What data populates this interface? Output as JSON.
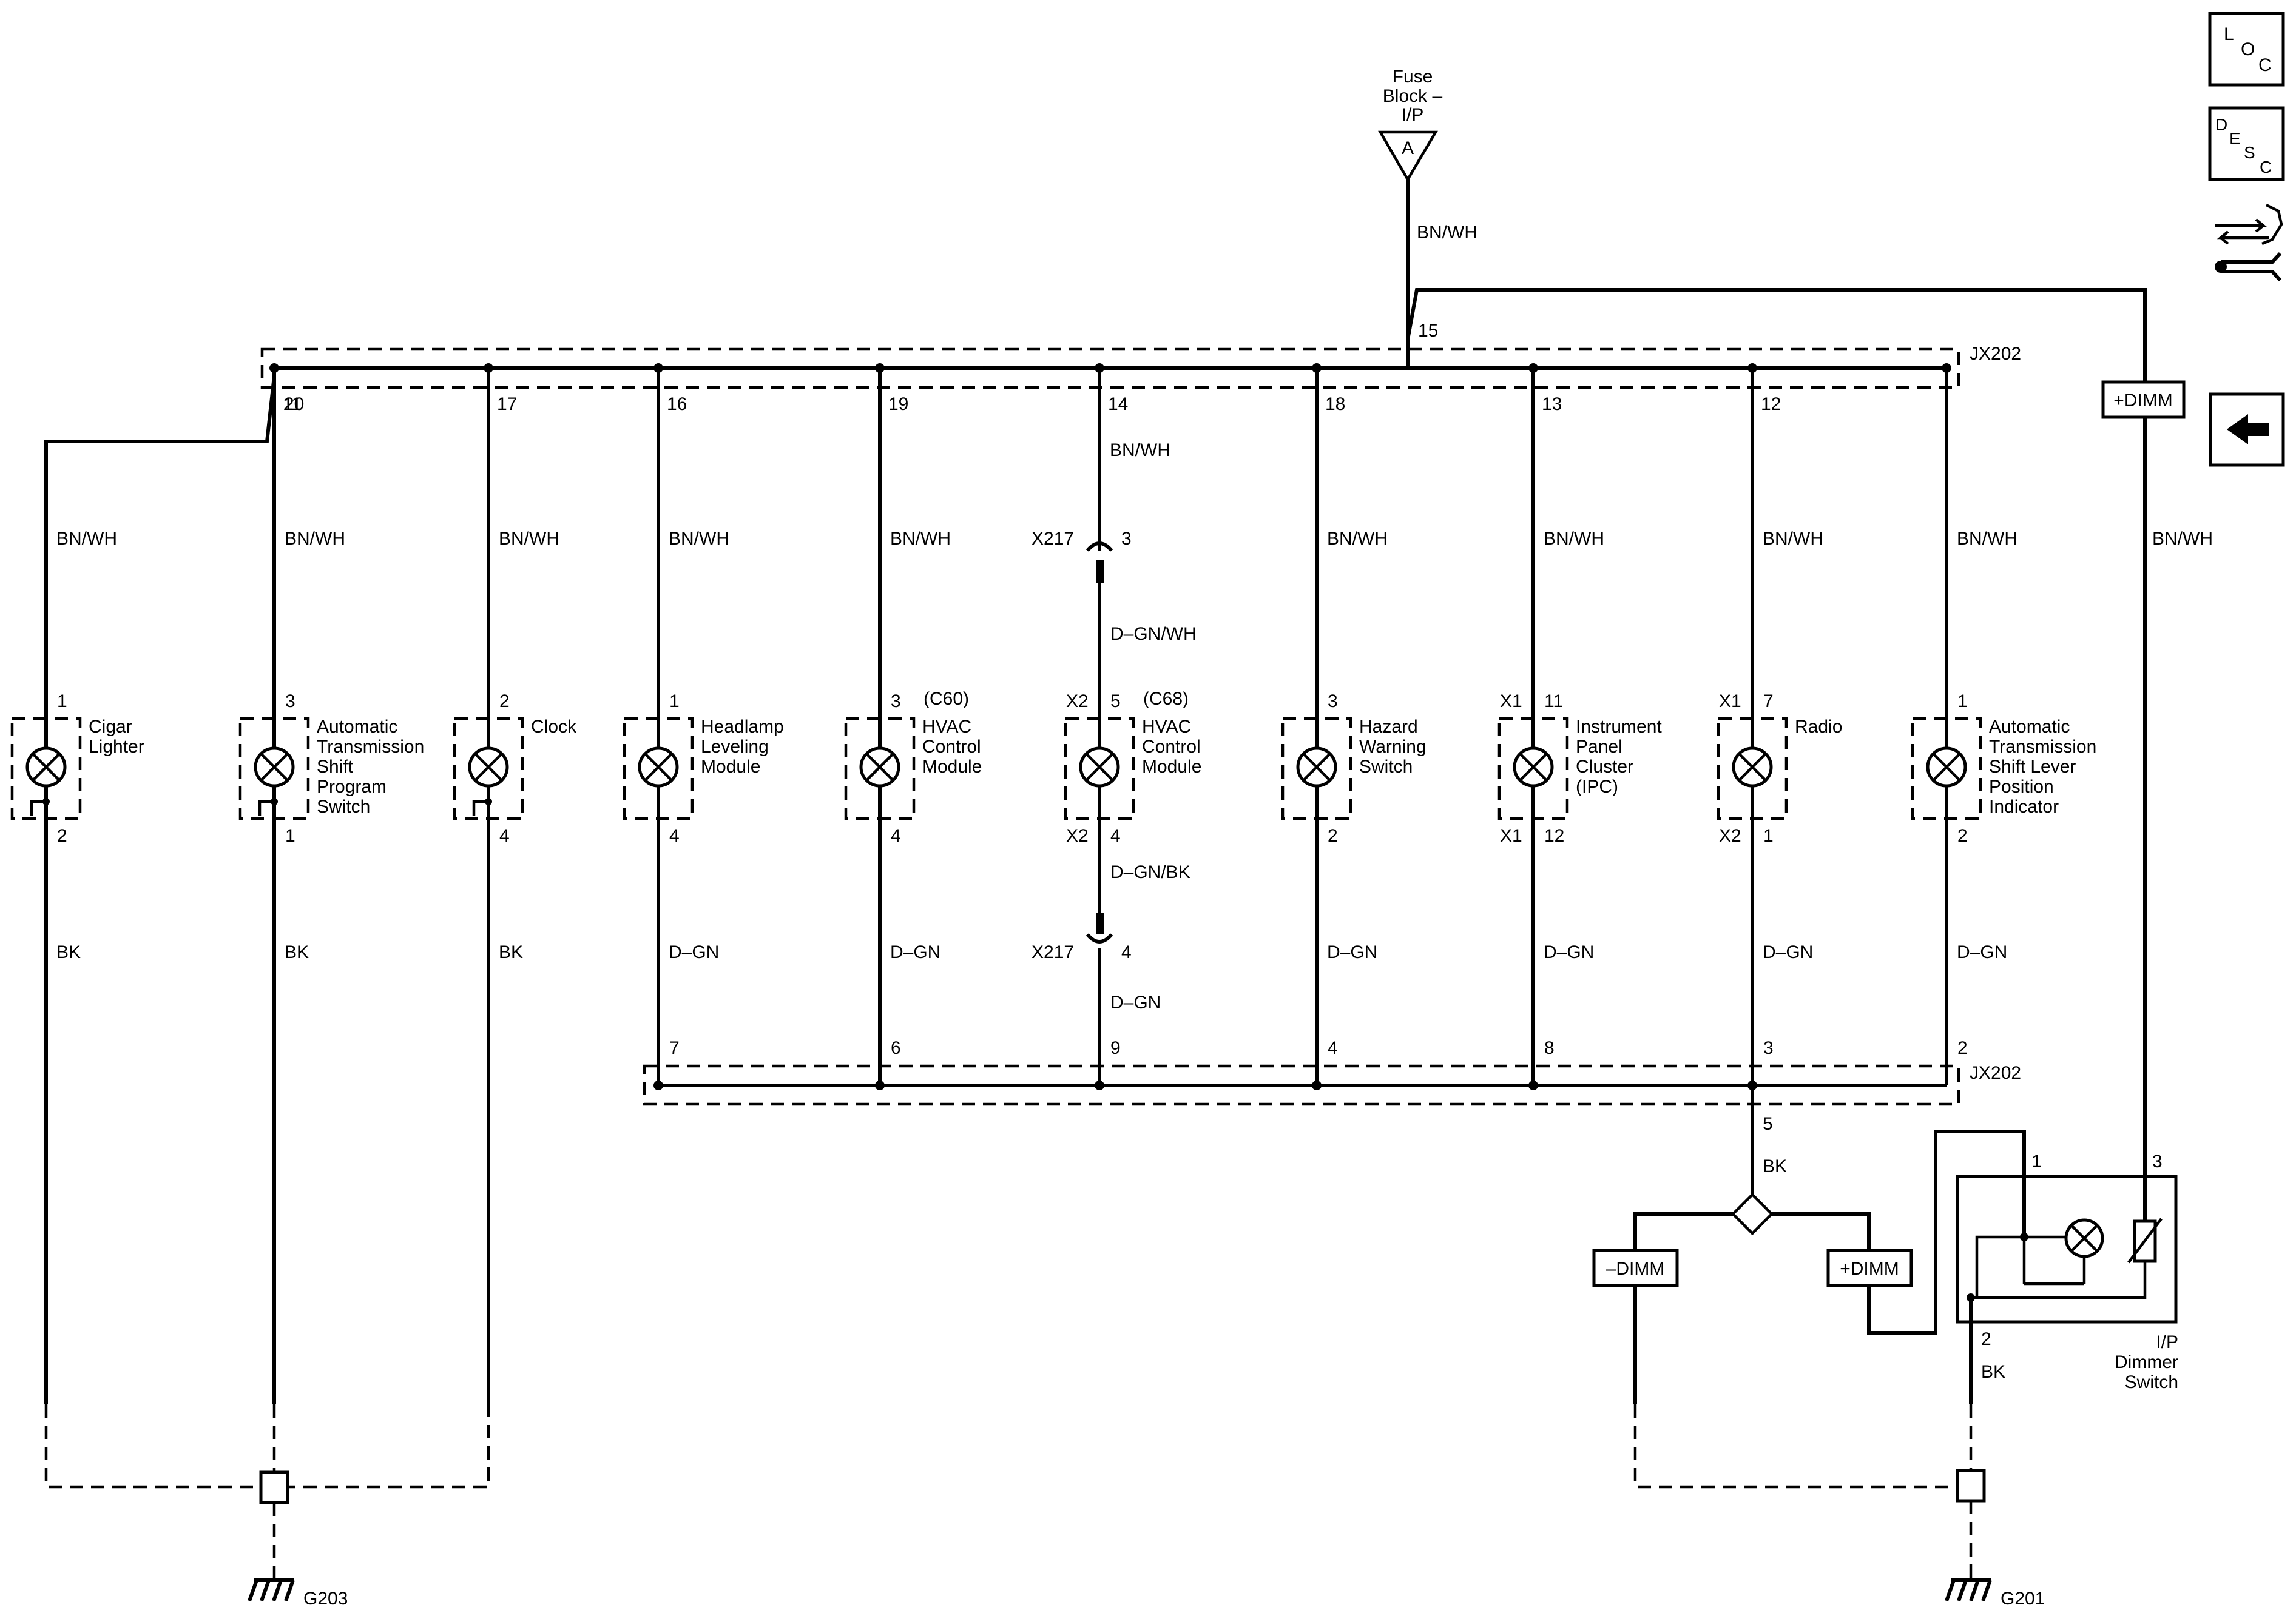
{
  "nav": {
    "loc_letters": [
      "L",
      "O",
      "C"
    ],
    "desc_letters": [
      "D",
      "E",
      "S",
      "C"
    ],
    "icons": [
      "loc-icon",
      "desc-icon",
      "connector-tool-icon",
      "back-arrow-icon"
    ]
  },
  "fuse": {
    "lines": [
      "Fuse",
      "Block –",
      "I/P"
    ],
    "connector": "A",
    "wire": "BN/WH"
  },
  "splice": {
    "name": "JX202",
    "feed_pin": "15"
  },
  "dimmer_feed": {
    "tag": "+DIMM",
    "wire": "BN/WH"
  },
  "branches": [
    {
      "top_pin": "20",
      "wire": "BN/WH",
      "lamp_top": "1",
      "lamp_bottom": "2",
      "name": [
        "Cigar",
        "Lighter"
      ],
      "ground_wire": "BK"
    },
    {
      "top_pin": "11",
      "wire": "BN/WH",
      "lamp_top": "3",
      "lamp_bottom": "1",
      "name": [
        "Automatic",
        "Transmission",
        "Shift",
        "Program",
        "Switch"
      ],
      "ground_wire": "BK"
    },
    {
      "top_pin": "17",
      "wire": "BN/WH",
      "lamp_top": "2",
      "lamp_bottom": "4",
      "name": [
        "Clock"
      ],
      "ground_wire": "BK"
    },
    {
      "top_pin": "16",
      "wire": "BN/WH",
      "lamp_top": "1",
      "lamp_bottom": "4",
      "name": [
        "Headlamp",
        "Leveling",
        "Module"
      ],
      "return_wire": "D–GN",
      "bottom_pin": "7"
    },
    {
      "top_pin": "19",
      "wire": "BN/WH",
      "lamp_top": "3",
      "lamp_bottom": "4",
      "code": "(C60)",
      "name": [
        "HVAC",
        "Control",
        "Module"
      ],
      "return_wire": "D–GN",
      "bottom_pin": "6"
    },
    {
      "top_pin": "14",
      "wire": "BN/WH",
      "lamp_top_conn": "X2",
      "lamp_top": "5",
      "lamp_bottom_conn": "X2",
      "lamp_bottom": "4",
      "code": "(C68)",
      "name": [
        "HVAC",
        "Control",
        "Module"
      ],
      "return_wire": "D–GN",
      "bottom_pin": "9"
    },
    {
      "top_pin": "18",
      "wire": "BN/WH",
      "lamp_top": "3",
      "lamp_bottom": "2",
      "name": [
        "Hazard",
        "Warning",
        "Switch"
      ],
      "return_wire": "D–GN",
      "bottom_pin": "4"
    },
    {
      "top_pin": "13",
      "wire": "BN/WH",
      "lamp_top_conn": "X1",
      "lamp_top": "11",
      "lamp_bottom_conn": "X1",
      "lamp_bottom": "12",
      "name": [
        "Instrument",
        "Panel",
        "Cluster",
        "(IPC)"
      ],
      "return_wire": "D–GN",
      "bottom_pin": "8"
    },
    {
      "top_pin": "12",
      "wire": "BN/WH",
      "lamp_top_conn": "X1",
      "lamp_top": "7",
      "lamp_bottom_conn": "X2",
      "lamp_bottom": "1",
      "name": [
        "Radio"
      ],
      "return_wire": "D–GN",
      "bottom_pin": "3"
    },
    {
      "wire": "BN/WH",
      "lamp_top": "1",
      "lamp_bottom": "2",
      "name": [
        "Automatic",
        "Transmission",
        "Shift Lever",
        "Position",
        "Indicator"
      ],
      "return_wire": "D–GN",
      "bottom_pin": "2"
    }
  ],
  "hvac_inline": {
    "connector": "X217",
    "top_pin": "3",
    "mid_wire": "D–GN/WH",
    "lower_wire": "D–GN/BK",
    "bottom_pin": "4",
    "out_wire": "D–GN"
  },
  "bottom_splice": {
    "name": "JX202",
    "out_pin": "5",
    "out_wire": "BK"
  },
  "dimmer": {
    "minus_tag": "–DIMM",
    "plus_tag": "+DIMM",
    "pin1": "1",
    "pin2": "2",
    "pin3": "3",
    "ground_wire": "BK",
    "name": [
      "I/P",
      "Dimmer",
      "Switch"
    ]
  },
  "grounds": {
    "left": "G203",
    "right": "G201"
  }
}
